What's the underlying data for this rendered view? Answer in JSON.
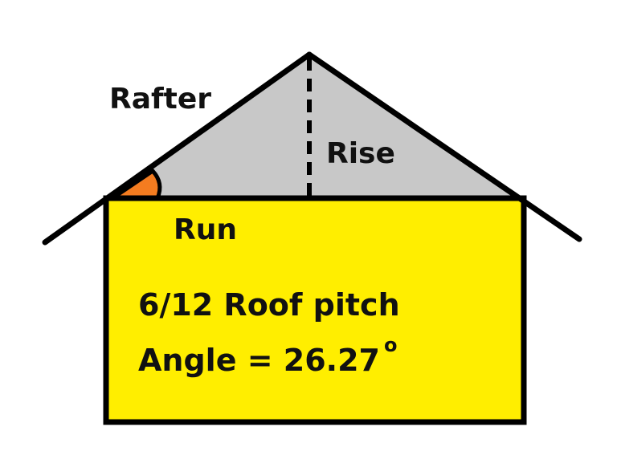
{
  "labels": {
    "rafter": "Rafter",
    "rise": "Rise",
    "run": "Run",
    "pitch": "6/12 Roof pitch",
    "angle": "Angle = 26.27",
    "degree": "o"
  },
  "colors": {
    "wall": "#ffee00",
    "gable": "#c8c8c8",
    "angle_marker": "#f47c20",
    "outline": "#000000"
  }
}
